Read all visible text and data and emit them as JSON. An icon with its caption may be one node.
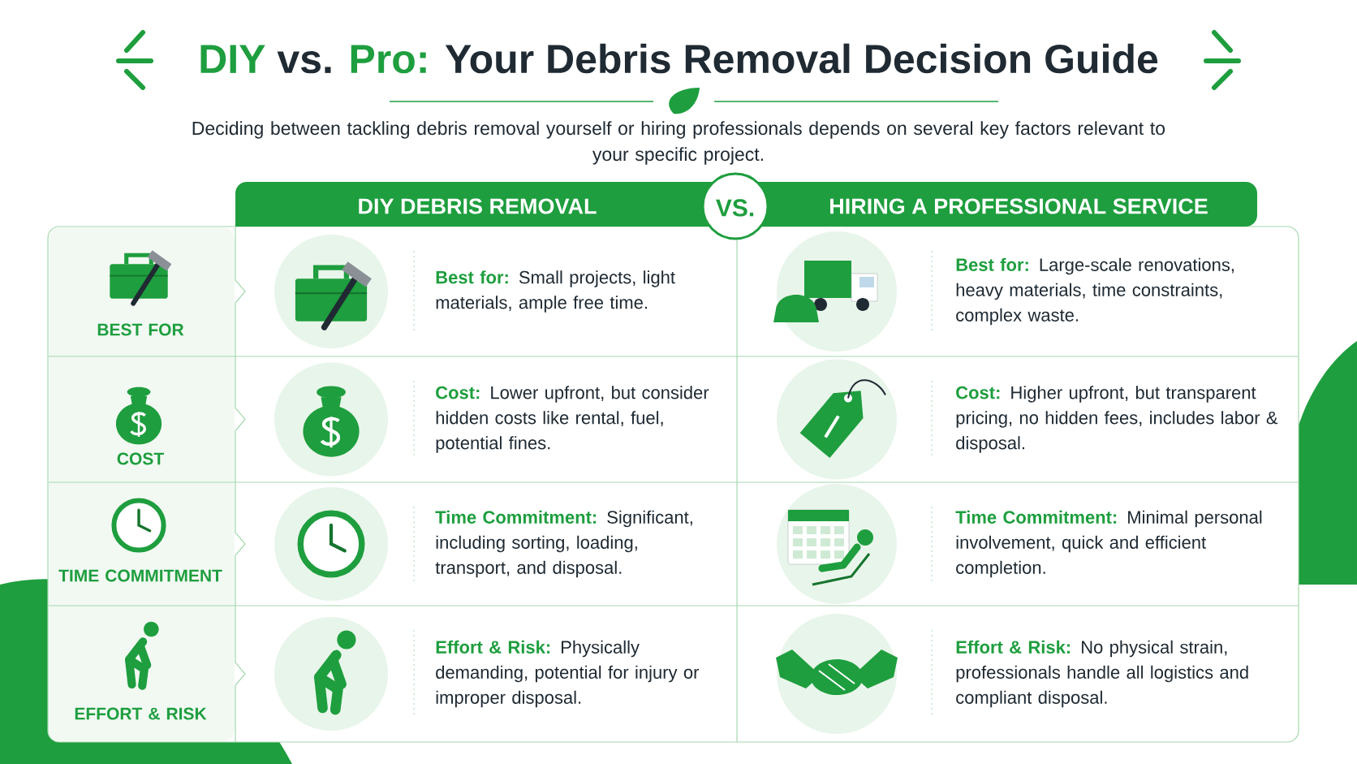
{
  "diagram": {
    "title": "**DIY** vs. **Pro:** Your Debris Removal Decision Guide",
    "labels": [
      "Deciding between tackling debris removal yourself or hiring professionals depends on several key factors relevant to your specific project.",
      "DIY DEBRIS REMOVAL",
      "VS.",
      "HIRING A PROFESSIONAL SERVICE",
      "BEST FOR",
      "**Best for:** Small projects, light materials, ample free time.",
      "**Best for:** Large-scale renovations, heavy materials, time constraints, complex waste.",
      "COST",
      "**Cost:** Lower upfront, but consider hidden costs like rental, fuel, potential fines.",
      "**Cost:** Higher upfront, but transparent pricing, no hidden fees, includes labor & disposal.",
      "TIME COMMITMENT",
      "**Time Commitment:** Significant, including sorting, loading, transport, and disposal.",
      "**Time Commitment:** Minimal personal involvement, quick and efficient completion.",
      "EFFORT & RISK",
      "**Effort & Risk:** Physically demanding, potential for injury or improper disposal.",
      "**Effort & Risk:** No physical strain, professionals handle all logistics and compliant disposal."
    ]
  }
}
